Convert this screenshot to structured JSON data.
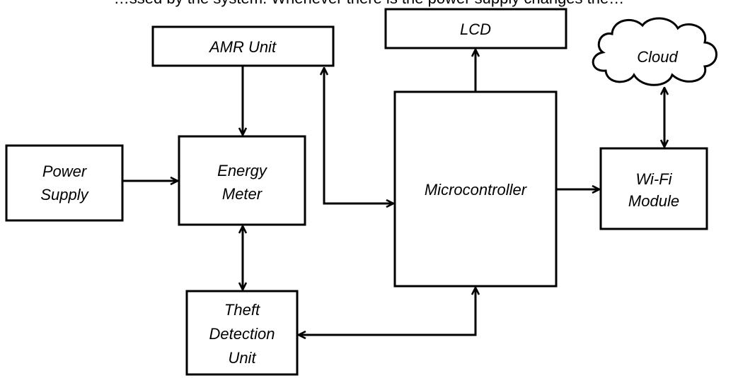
{
  "caption_fragment": "…ssed by the system. Whenever there is the power supply changes the…",
  "blocks": {
    "amr_unit": "AMR Unit",
    "lcd": "LCD",
    "cloud": "Cloud",
    "power_supply": [
      "Power",
      "Supply"
    ],
    "energy_meter": [
      "Energy",
      "Meter"
    ],
    "microcontroller": "Microcontroller",
    "wifi_module": [
      "Wi-Fi",
      "Module"
    ],
    "theft_detection_unit": [
      "Theft",
      "Detection",
      "Unit"
    ]
  }
}
